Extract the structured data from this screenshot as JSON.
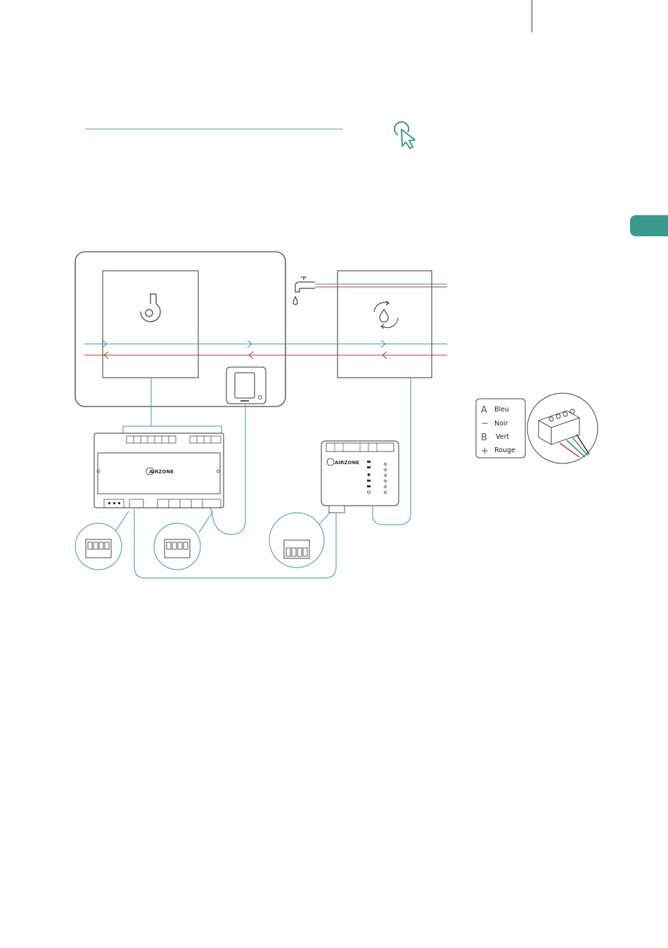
{
  "colors": {
    "accent": "#3a9a8c",
    "blue_line": "#3a8fb8",
    "red_line": "#c0392b",
    "link": "#5aa9b5",
    "stroke": "#333333",
    "panel_border": "#666666"
  },
  "icons": {
    "pointer": "cursor-click-icon",
    "fan": "fan-icon",
    "tap": "water-tap-icon",
    "recycle": "water-recycle-icon",
    "power": "power-icon"
  },
  "brand": {
    "main_board": "AIRZONE",
    "gateway": "AIRZONE"
  },
  "legend": [
    {
      "symbol": "A",
      "label": "Bleu"
    },
    {
      "symbol": "−",
      "label": "Noir"
    },
    {
      "symbol": "B",
      "label": "Vert"
    },
    {
      "symbol": "+",
      "label": "Rouge"
    }
  ]
}
